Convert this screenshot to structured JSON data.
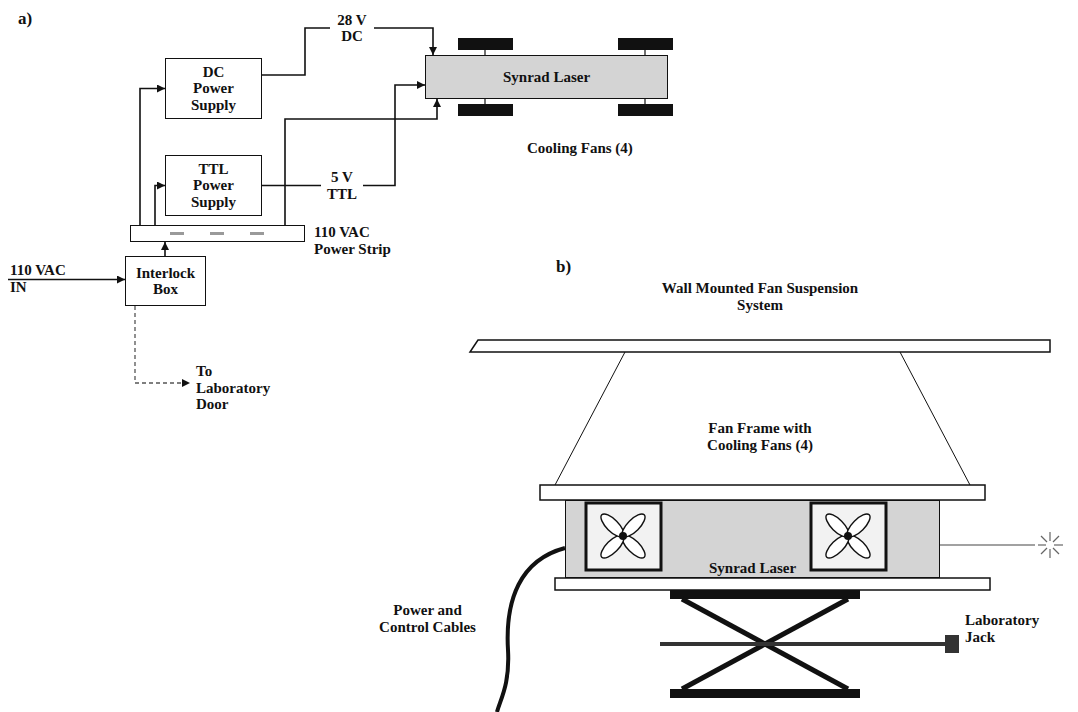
{
  "diagram": {
    "nodes": [
      {
        "text": [
          "DC Power Supply"
        ]
      },
      {
        "text": [
          "TTL Power Supply"
        ]
      },
      {
        "text": [
          "Synrad Laser"
        ]
      },
      {
        "text": [
          "110 VAC Power Strip"
        ]
      },
      {
        "text": [
          "Interlock Box"
        ]
      },
      {
        "text": [
          "Synrad Laser"
        ]
      }
    ],
    "edges": [
      {
        "from": 4,
        "to": 3,
        "arrow": "to"
      },
      {
        "from": 3,
        "to": 0,
        "arrow": "to"
      },
      {
        "from": 3,
        "to": 1,
        "arrow": "to"
      },
      {
        "from": 3,
        "to": 2,
        "arrow": "to"
      },
      {
        "from": 0,
        "to": 2,
        "label": "28 V DC",
        "arrow": "to"
      },
      {
        "from": 1,
        "to": 2,
        "label": "5 V TTL",
        "arrow": "to"
      }
    ],
    "labels": [
      "a)",
      "Cooling Fans (4)",
      "110 VAC IN",
      "To Laboratory Door",
      "b)",
      "Wall Mounted Fan Suspension System",
      "Fan Frame with Cooling Fans (4)",
      "Laboratory Jack",
      "Power and Control Cables"
    ]
  }
}
